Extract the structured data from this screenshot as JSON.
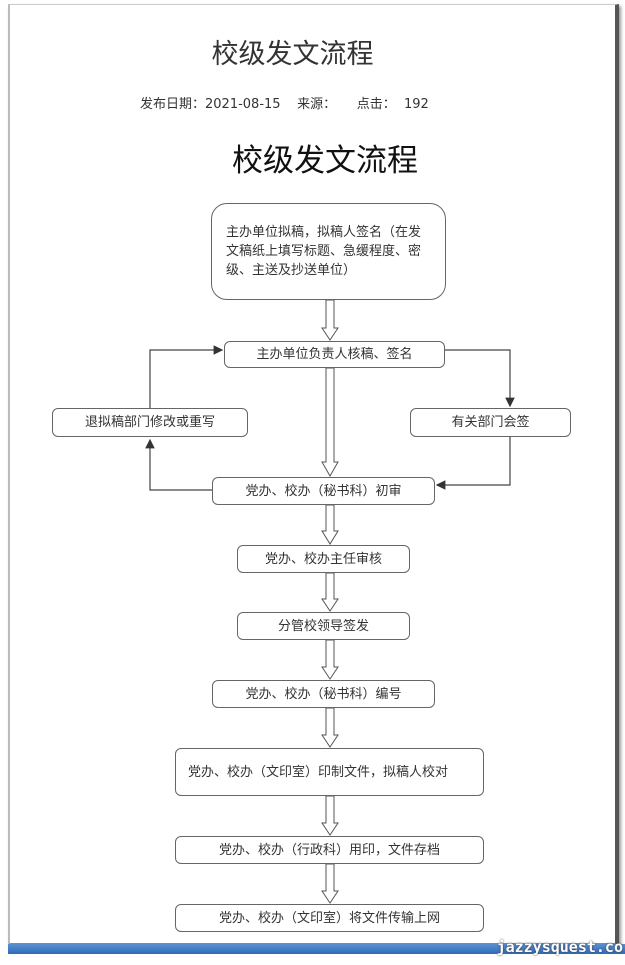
{
  "article": {
    "title": "校级发文流程",
    "meta": "发布日期：2021-08-15    来源：     点击：  192",
    "image_title": "校级发文流程"
  },
  "flow": {
    "s1": "主办单位拟稿，拟稿人签名（在发文稿纸上填写标题、急缓程度、密级、主送及抄送单位）",
    "s2": "主办单位负责人核稿、签名",
    "left": "退拟稿部门修改或重写",
    "right": "有关部门会签",
    "s3": "党办、校办（秘书科）初审",
    "s4": "党办、校办主任审核",
    "s5": "分管校领导签发",
    "s6": "党办、校办（秘书科）编号",
    "s7": "党办、校办（文印室）印制文件，拟稿人校对",
    "s8": "党办、校办（行政科）用印，文件存档",
    "s9": "党办、校办（文印室）将文件传输上网"
  },
  "watermark": "jazzysquest.co"
}
